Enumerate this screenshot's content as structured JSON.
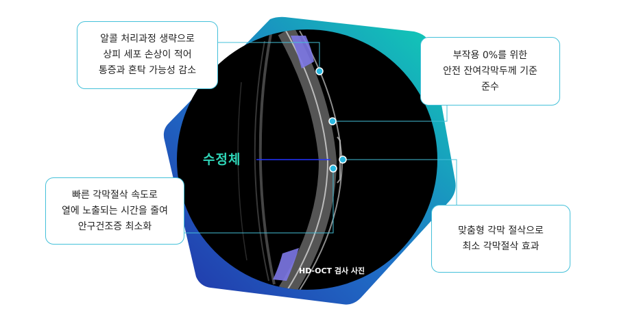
{
  "callouts": {
    "top_left": "알콜 처리과정 생략으로\n상피 세포 손상이 적어\n통증과 혼탁 가능성 감소",
    "top_right": "부작용 0%를 위한\n안전 잔여각막두께 기준\n준수",
    "bottom_left": "빠른 각막절삭 속도로\n열에 노출되는 시간을 줄여\n안구건조증 최소화",
    "bottom_right": "맞춤형 각막 절삭으로\n최소 각막절삭 효과"
  },
  "image": {
    "lens_label": "수정체",
    "caption": "HD-OCT 검사 사진"
  },
  "colors": {
    "accent_cyan": "#43c0d9",
    "accent_teal": "#2fd6b8",
    "gradient_blue": "#2233a8",
    "gradient_teal": "#10d3b4",
    "highlight_violet": "#7d78e6"
  }
}
